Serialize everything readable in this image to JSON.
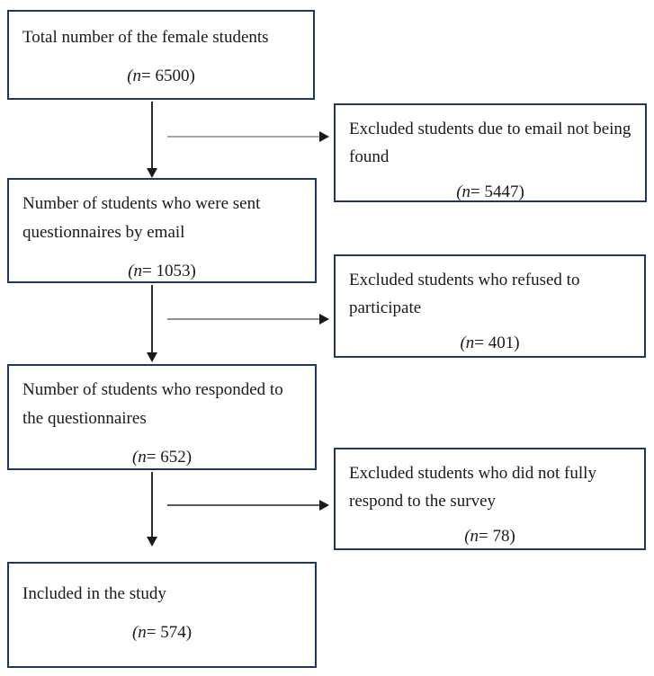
{
  "colors": {
    "box-border": "#1f3864",
    "text": "#1a1a1a",
    "bg": "#ffffff",
    "arrow-head": "#1a1a1a",
    "arrow-stem": "#2b2b2b",
    "arrow-line-1": "#a8a8a8",
    "arrow-line-2": "#8f8f8f",
    "arrow-line-3": "#5a5a5a"
  },
  "flowchart": {
    "main_boxes": [
      {
        "label": "Total number of the female students",
        "n_italic": "(n",
        "n_rest": "= 6500)",
        "n": 6500
      },
      {
        "label": "Number of students who were sent questionnaires by email",
        "n_italic": "(n",
        "n_rest": "= 1053)",
        "n": 1053
      },
      {
        "label": "Number of students who responded to the questionnaires",
        "n_italic": "(n",
        "n_rest": "= 652)",
        "n": 652
      },
      {
        "label": "Included in the study",
        "n_italic": "(n",
        "n_rest": "= 574)",
        "n": 574
      }
    ],
    "excluded_boxes": [
      {
        "label": "Excluded students due to email not being found",
        "n_italic": "(n",
        "n_rest": "= 5447)",
        "n": 5447
      },
      {
        "label": "Excluded students who refused to participate",
        "n_italic": "(n",
        "n_rest": "= 401)",
        "n": 401
      },
      {
        "label": "Excluded students who did not fully respond to the survey",
        "n_italic": "(n",
        "n_rest": "= 78)",
        "n": 78
      }
    ]
  }
}
